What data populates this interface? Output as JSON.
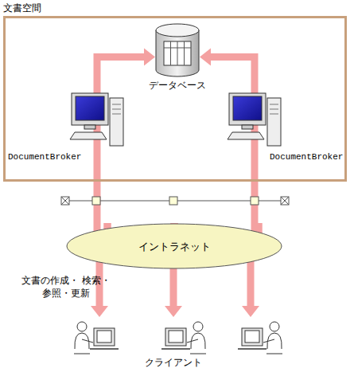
{
  "diagram": {
    "nodes": [
      {
        "text": [
          "文書空間"
        ]
      },
      {
        "text": [
          "データベース"
        ],
        "in": 0
      },
      {
        "text": [
          "DocumentBroker"
        ],
        "in": 0
      },
      {
        "text": [
          "DocumentBroker"
        ],
        "in": 0
      },
      {
        "text": [
          "イントラネット"
        ]
      },
      {
        "text": [
          "クライアント"
        ]
      }
    ],
    "edges": [
      {
        "from": 2,
        "to": 1,
        "arrow": "to"
      },
      {
        "from": 3,
        "to": 1,
        "arrow": "to"
      },
      {
        "from": 2,
        "to": 4,
        "arrow": "none"
      },
      {
        "from": 3,
        "to": 4,
        "arrow": "none"
      },
      {
        "from": 4,
        "to": 5,
        "arrow": "to",
        "label": "文書の作成・ 検索・参照・更新"
      }
    ]
  }
}
